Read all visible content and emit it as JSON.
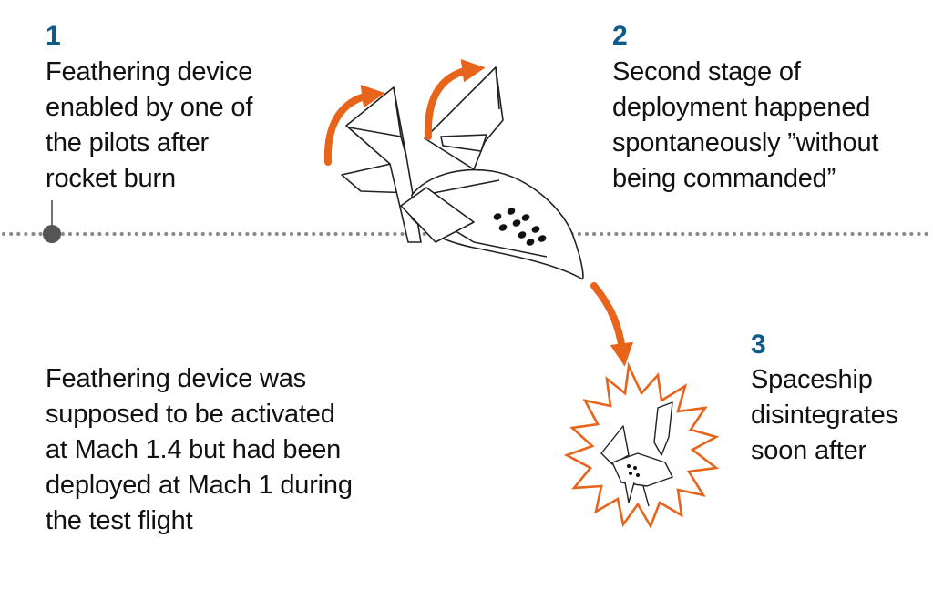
{
  "steps": [
    {
      "number": "1",
      "lines": [
        "Feathering device",
        "enabled by one of",
        "the pilots after",
        "rocket burn"
      ]
    },
    {
      "number": "2",
      "lines": [
        "Second stage of",
        "deployment happened",
        "spontaneously  ”without",
        "being commanded”"
      ]
    },
    {
      "number": "3",
      "lines": [
        "Spaceship",
        "disintegrates",
        "soon after"
      ]
    }
  ],
  "note": {
    "lines": [
      "Feathering device was",
      "supposed to be activated",
      "at Mach 1.4 but had been",
      "deployed at Mach 1 during",
      "the test flight"
    ]
  },
  "colors": {
    "step_number": "#0d5a8c",
    "arrow": "#e8641b",
    "burst": "#e8641b",
    "dotted_line": "#888888",
    "marker": "#555555"
  },
  "icons": [
    "spaceship-feathered-icon",
    "rotation-arrow-icon",
    "falling-arrow-icon",
    "explosion-burst-icon",
    "broken-spaceship-icon"
  ]
}
